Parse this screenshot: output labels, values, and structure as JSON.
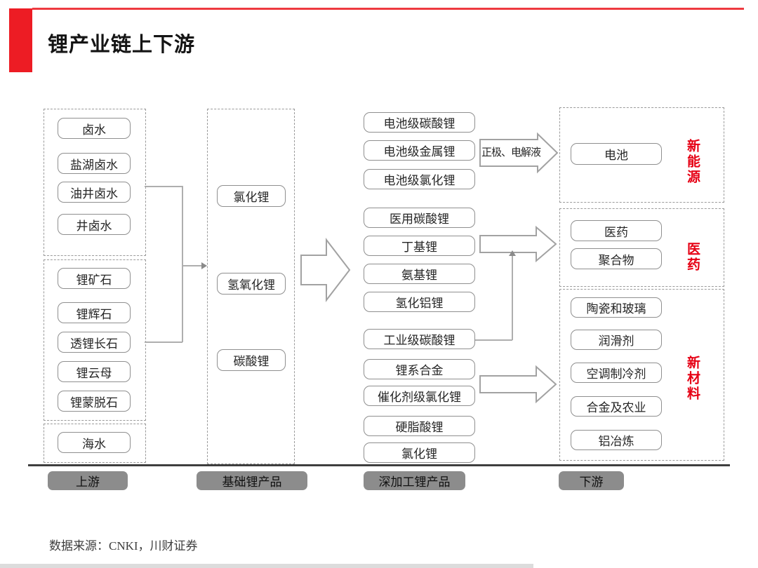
{
  "header": {
    "title": "锂产业链上下游"
  },
  "upstream": {
    "groups": [
      {
        "items": [
          "卤水",
          "盐湖卤水",
          "油井卤水",
          "井卤水"
        ]
      },
      {
        "items": [
          "锂矿石",
          "锂辉石",
          "透锂长石",
          "锂云母",
          "锂蒙脱石"
        ]
      },
      {
        "items": [
          "海水"
        ]
      }
    ]
  },
  "basic": {
    "items": [
      "氯化锂",
      "氢氧化锂",
      "碳酸锂"
    ]
  },
  "deep": {
    "battery_items": [
      "电池级碳酸锂",
      "电池级金属锂",
      "电池级氯化锂"
    ],
    "medical_items": [
      "医用碳酸锂",
      "丁基锂",
      "氨基锂",
      "氢化铝锂"
    ],
    "industrial_items": [
      "工业级碳酸锂",
      "锂系合金",
      "催化剂级氯化锂"
    ],
    "other_items": [
      "硬脂酸锂",
      "氯化锂"
    ]
  },
  "downstream": {
    "groups": [
      {
        "label": "新能源",
        "items": [
          "电池"
        ]
      },
      {
        "label": "医药",
        "items": [
          "医药",
          "聚合物"
        ]
      },
      {
        "label": "新材料",
        "items": [
          "陶瓷和玻璃",
          "润滑剂",
          "空调制冷剂",
          "合金及农业",
          "铝冶炼"
        ]
      }
    ]
  },
  "arrows": {
    "battery_flow_label": "正极、电解液"
  },
  "stage_labels": [
    "上游",
    "基础锂产品",
    "深加工锂产品",
    "下游"
  ],
  "footer": {
    "source": "数据来源：CNKI，川财证券"
  },
  "colors": {
    "accent_red": "#ed1c24",
    "category_red": "#e60014",
    "box_border": "#8f8f8f",
    "stage_label_bg": "#8c8c8c"
  }
}
